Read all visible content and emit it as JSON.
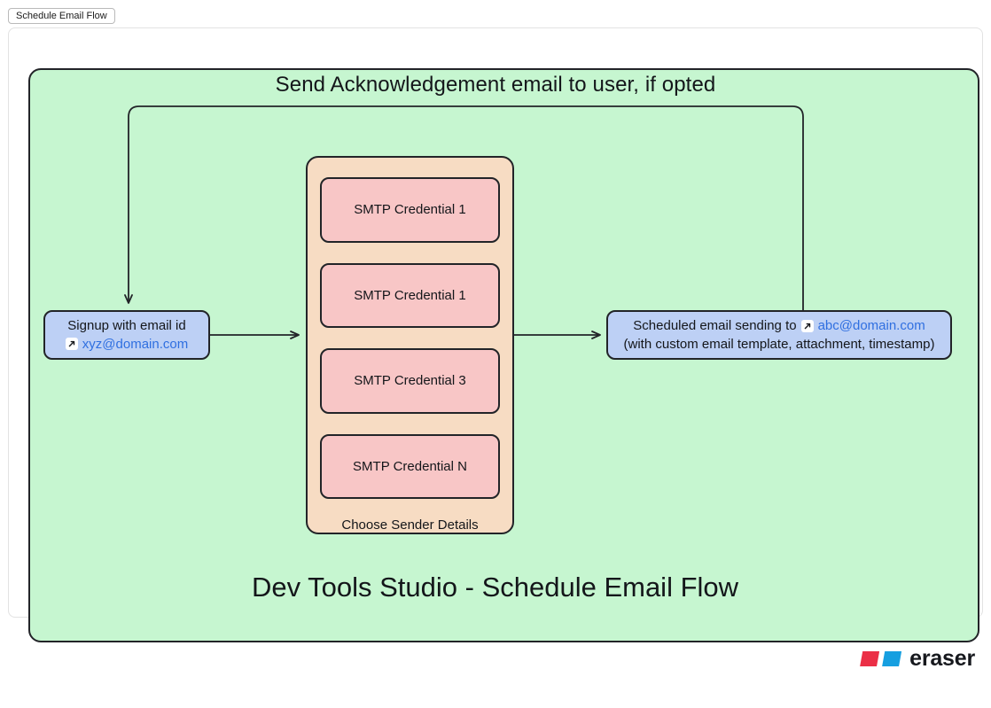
{
  "tab": {
    "label": "Schedule Email Flow"
  },
  "diagram": {
    "ack_edge_label": "Send Acknowledgement email to user, if opted",
    "title": "Dev Tools Studio - Schedule Email Flow",
    "nodes": {
      "signup": {
        "line1": "Signup with email id",
        "link": "xyz@domain.com",
        "link_icon": "external-link-icon"
      },
      "scheduled": {
        "line1_prefix": "Scheduled email sending to",
        "link": "abc@domain.com",
        "link_icon": "external-link-icon",
        "line2": "(with custom email template, attachment, timestamp)"
      }
    },
    "group": {
      "label": "Choose Sender Details",
      "items": [
        {
          "label": "SMTP Credential 1"
        },
        {
          "label": "SMTP Credential 1"
        },
        {
          "label": "SMTP Credential 3"
        },
        {
          "label": "SMTP Credential N"
        }
      ]
    },
    "colors": {
      "canvas": "#c6f6d0",
      "group": "#f7dcc3",
      "credential": "#f8c6c6",
      "node": "#bdd0f5",
      "stroke": "#222428",
      "link": "#2f6fe0"
    }
  },
  "watermark": {
    "text": "eraser"
  }
}
